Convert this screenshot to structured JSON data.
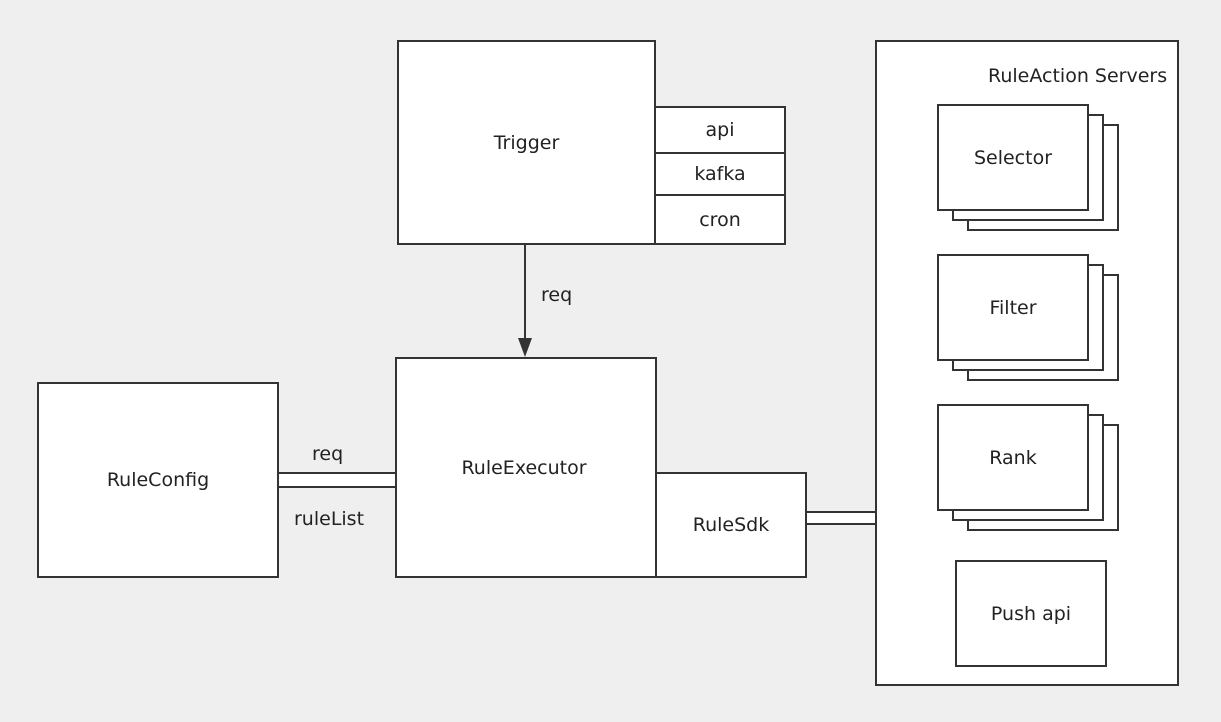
{
  "trigger": {
    "title": "Trigger",
    "sources": [
      "api",
      "kafka",
      "cron"
    ]
  },
  "trigger_to_executor": {
    "label": "req"
  },
  "rule_config": {
    "title": "RuleConfig"
  },
  "config_link": {
    "top_label": "req",
    "bottom_label": "ruleList"
  },
  "rule_executor": {
    "title": "RuleExecutor"
  },
  "rule_sdk": {
    "title": "RuleSdk"
  },
  "action_servers": {
    "title": "RuleAction Servers",
    "items": [
      "Selector",
      "Filter",
      "Rank"
    ],
    "push": "Push api"
  }
}
